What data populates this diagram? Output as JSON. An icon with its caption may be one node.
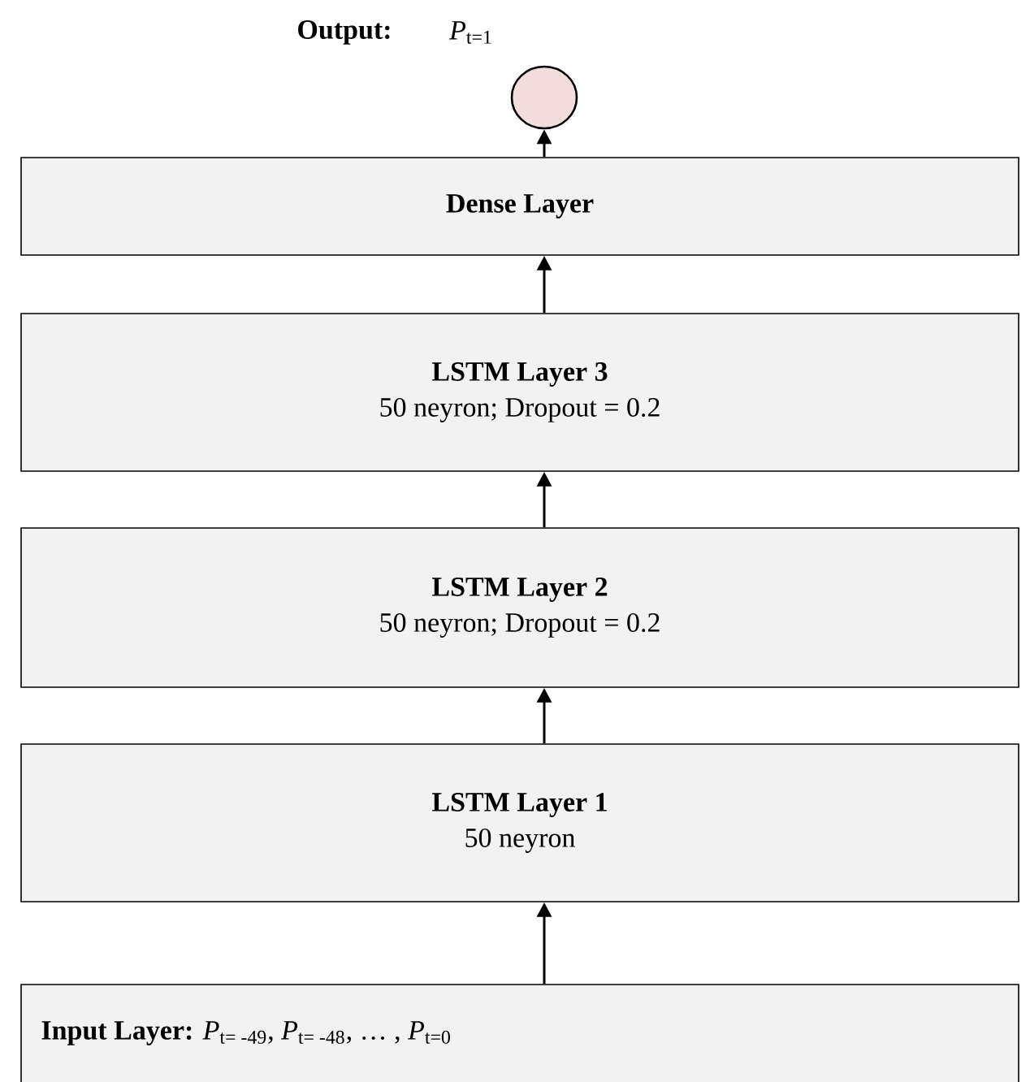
{
  "diagram": {
    "nodes": [
      {
        "text": [],
        "shape": "circle",
        "beside": [
          "Output:",
          "*P*$_{t=1}$"
        ]
      },
      {
        "text": [
          "Dense Layer"
        ]
      },
      {
        "text": [
          "LSTM Layer 3",
          "50 neyron; Dropout = 0.2"
        ]
      },
      {
        "text": [
          "LSTM Layer 2",
          "50 neyron; Dropout = 0.2"
        ]
      },
      {
        "text": [
          "LSTM Layer 1",
          "50 neyron"
        ]
      },
      {
        "text": [
          "Input Layer:",
          "*P*$_{t= -49}$,  *P*$_{t= -48}$,  … , *P*$_{t=0}$"
        ]
      }
    ],
    "edges": [
      {
        "from": 5,
        "to": 4,
        "arrow": "to"
      },
      {
        "from": 4,
        "to": 3,
        "arrow": "to"
      },
      {
        "from": 3,
        "to": 2,
        "arrow": "to"
      },
      {
        "from": 2,
        "to": 1,
        "arrow": "to"
      },
      {
        "from": 1,
        "to": 0,
        "arrow": "to"
      }
    ]
  }
}
